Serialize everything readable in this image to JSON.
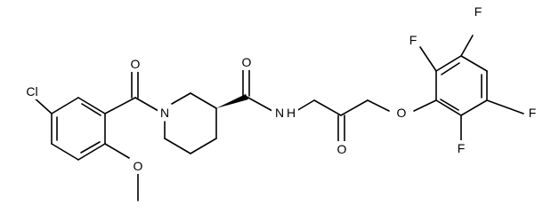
{
  "molecule": {
    "atoms": [
      {
        "symbol": "Cl"
      },
      {
        "symbol": "O"
      },
      {
        "symbol": "O"
      },
      {
        "symbol": "N"
      },
      {
        "symbol": "O"
      },
      {
        "symbol": "N"
      },
      {
        "symbol": "H"
      },
      {
        "symbol": "O"
      },
      {
        "symbol": "O"
      },
      {
        "symbol": "F"
      },
      {
        "symbol": "F"
      },
      {
        "symbol": "F"
      },
      {
        "symbol": "F"
      }
    ]
  },
  "colors": {
    "bond": "#000000",
    "label": "#000000",
    "background": "#ffffff"
  }
}
